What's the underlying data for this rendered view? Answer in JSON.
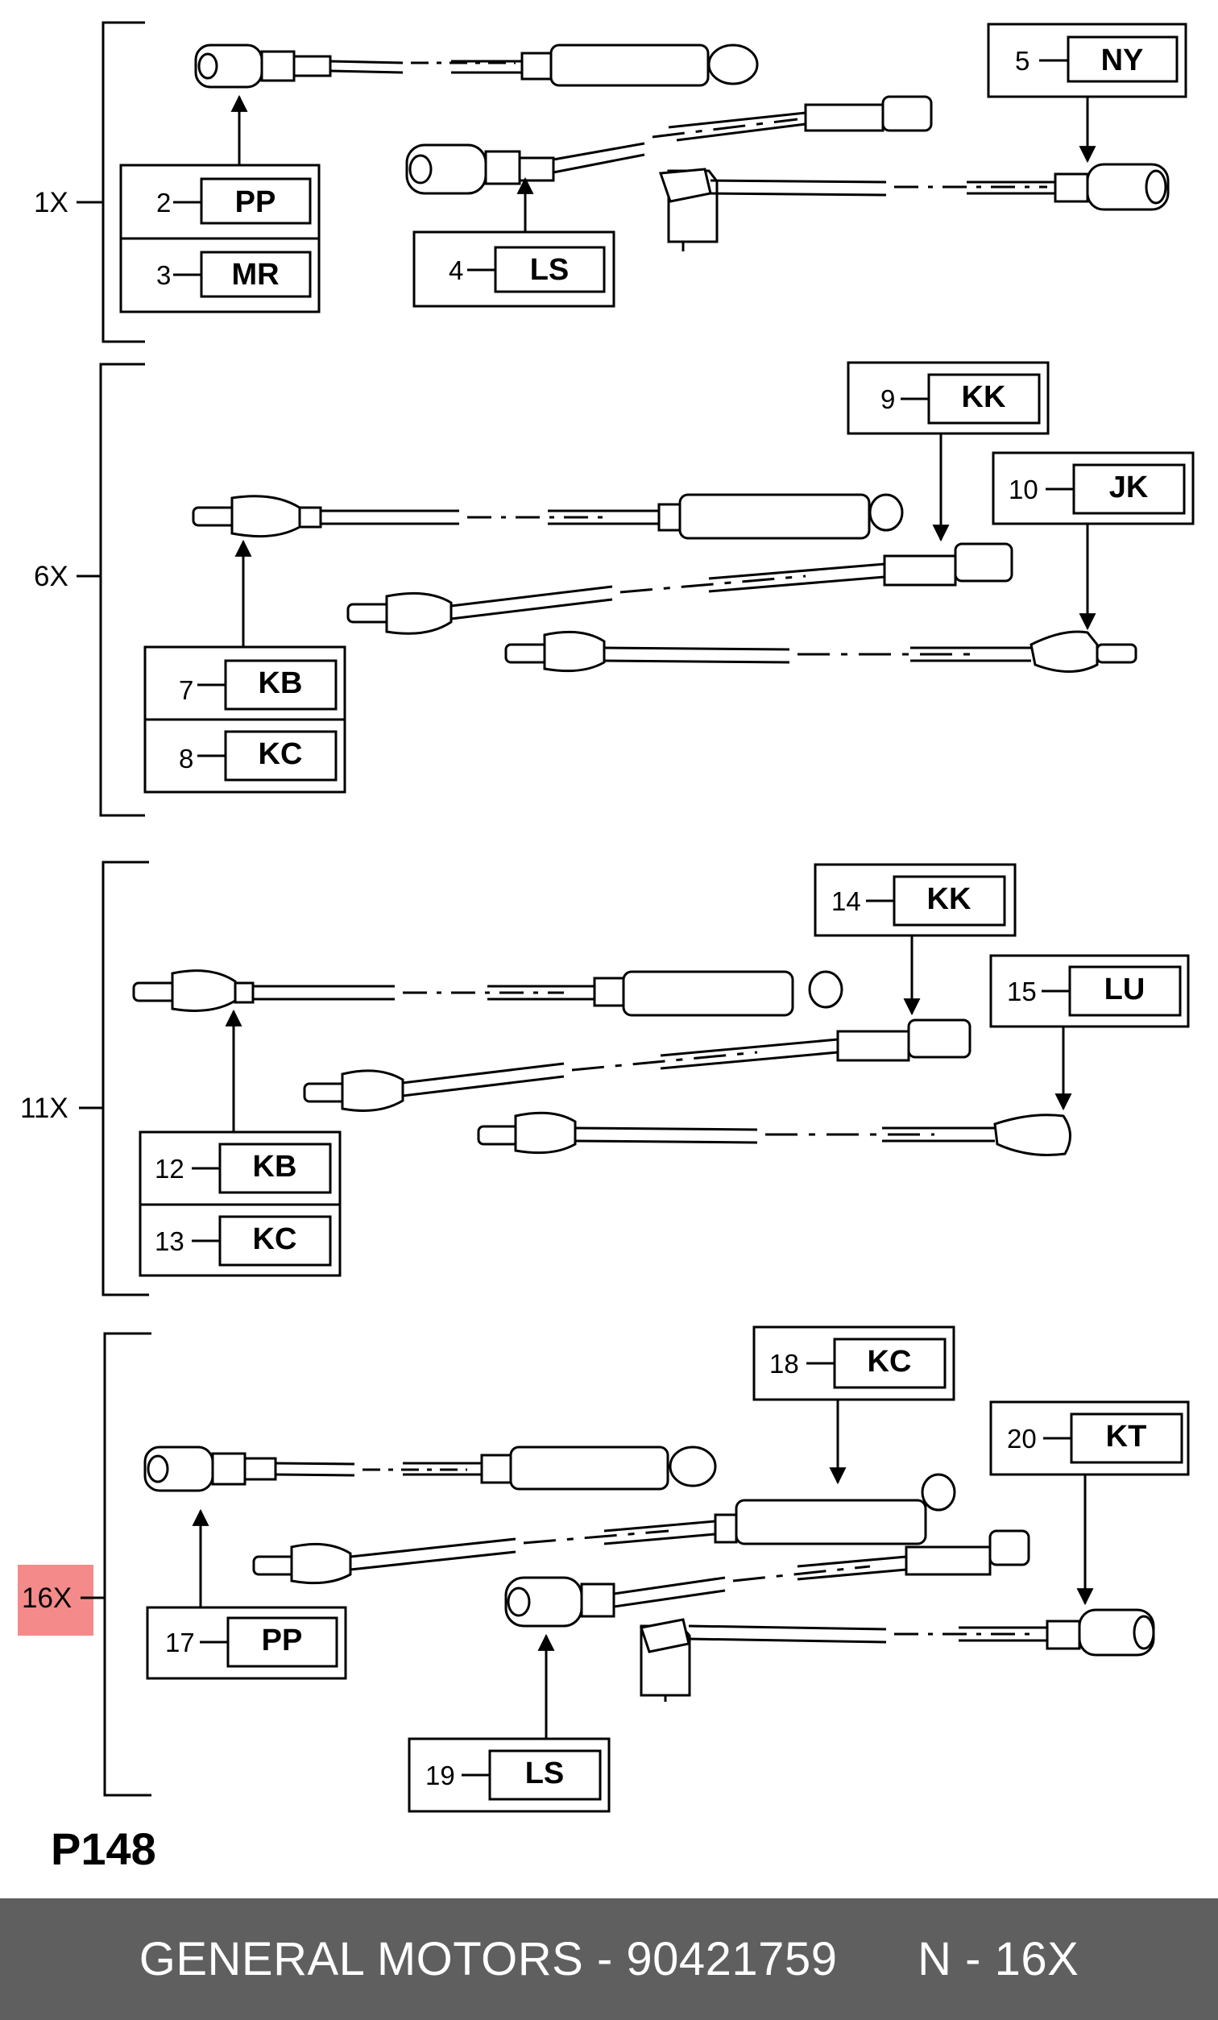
{
  "groups": [
    {
      "qty": "1X",
      "parts": [
        {
          "num": "2",
          "code": "PP"
        },
        {
          "num": "3",
          "code": "MR"
        },
        {
          "num": "4",
          "code": "LS"
        },
        {
          "num": "5",
          "code": "NY"
        }
      ]
    },
    {
      "qty": "6X",
      "parts": [
        {
          "num": "7",
          "code": "KB"
        },
        {
          "num": "8",
          "code": "KC"
        },
        {
          "num": "9",
          "code": "KK"
        },
        {
          "num": "10",
          "code": "JK"
        }
      ]
    },
    {
      "qty": "11X",
      "parts": [
        {
          "num": "12",
          "code": "KB"
        },
        {
          "num": "13",
          "code": "KC"
        },
        {
          "num": "14",
          "code": "KK"
        },
        {
          "num": "15",
          "code": "LU"
        }
      ]
    },
    {
      "qty": "16X",
      "highlighted": true,
      "highlight_color": "#f48a8a",
      "parts": [
        {
          "num": "17",
          "code": "PP"
        },
        {
          "num": "18",
          "code": "KC"
        },
        {
          "num": "19",
          "code": "LS"
        },
        {
          "num": "20",
          "code": "KT"
        }
      ]
    }
  ],
  "page_code": "P148",
  "footer": {
    "text": "GENERAL MOTORS - 90421759      N - 16X",
    "background": "#5f5f5f",
    "color": "#ffffff"
  }
}
